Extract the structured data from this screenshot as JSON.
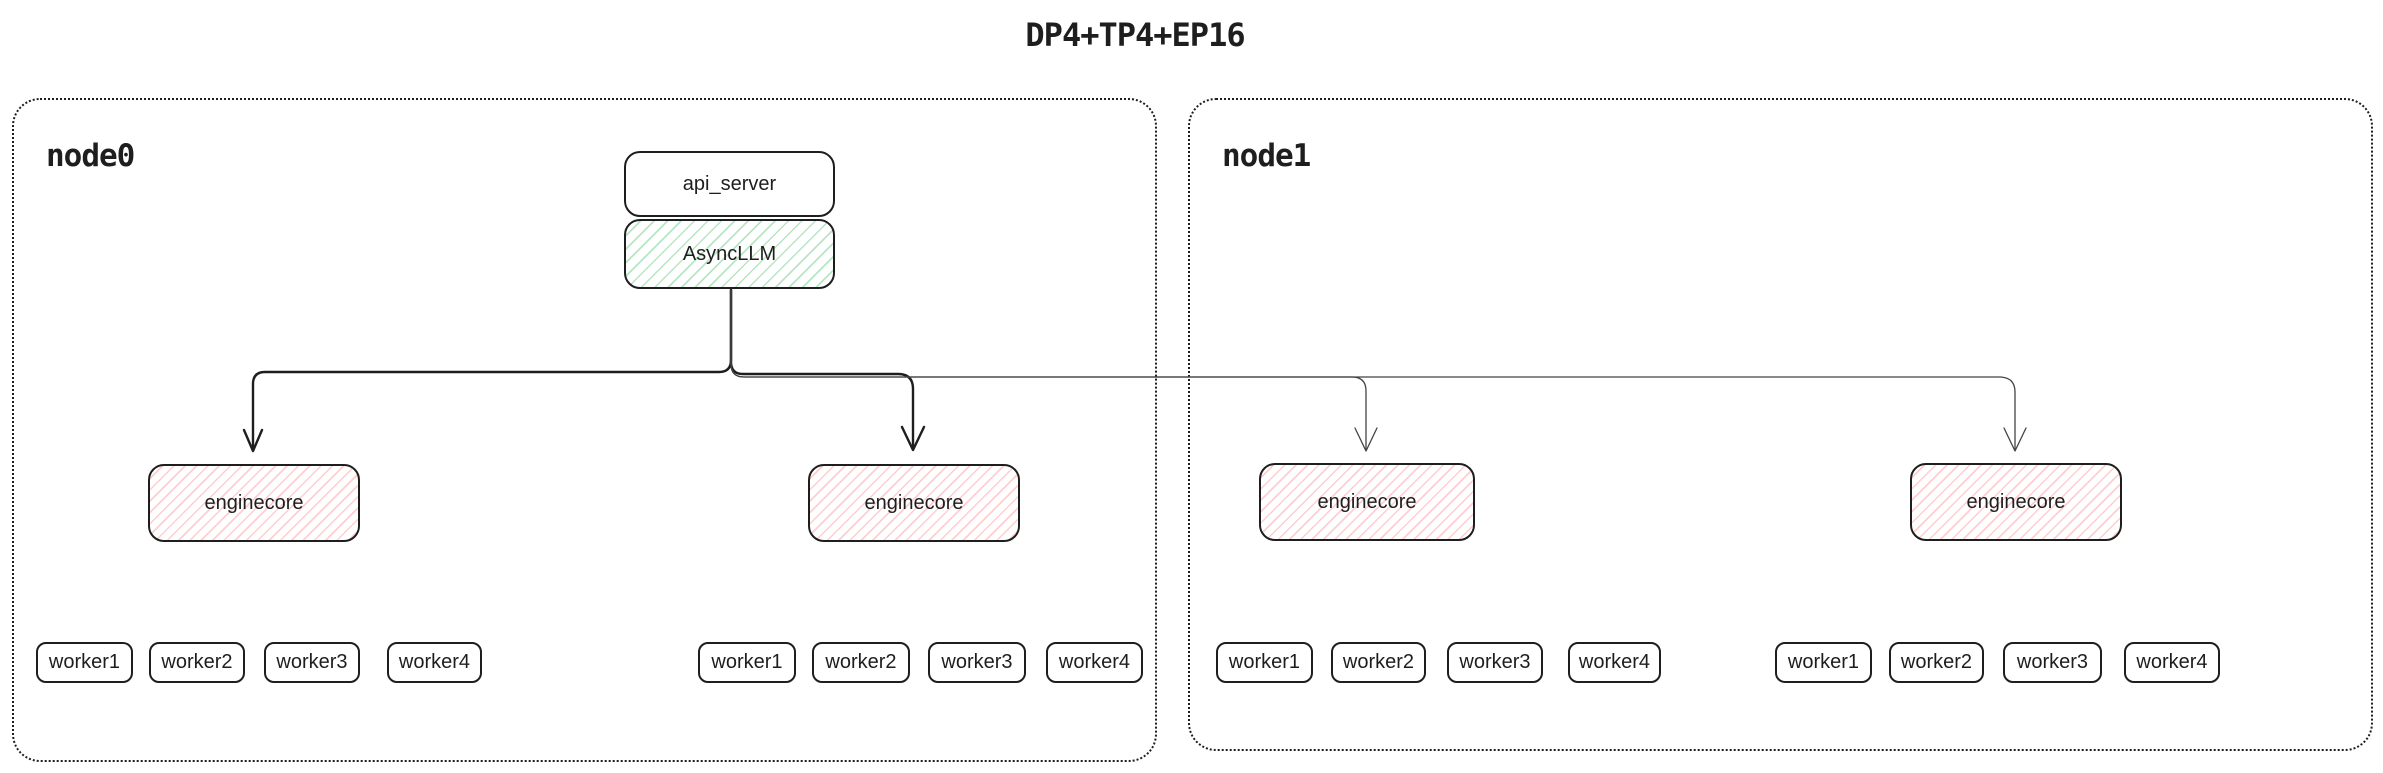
{
  "title": "DP4+TP4+EP16",
  "colors": {
    "stroke": "#1e1e1e",
    "asyncllm_hatch_green": "#b2f2bb",
    "enginecore_hatch_red": "#ffc9c9",
    "thin_connector": "#444444",
    "background": "#ffffff"
  },
  "nodes": [
    {
      "label": "node0",
      "api_server_label": "api_server",
      "asyncllm_label": "AsyncLLM",
      "enginecores": [
        {
          "label": "enginecore",
          "workers": [
            "worker1",
            "worker2",
            "worker3",
            "worker4"
          ]
        },
        {
          "label": "enginecore",
          "workers": [
            "worker1",
            "worker2",
            "worker3",
            "worker4"
          ]
        }
      ]
    },
    {
      "label": "node1",
      "enginecores": [
        {
          "label": "enginecore",
          "workers": [
            "worker1",
            "worker2",
            "worker3",
            "worker4"
          ]
        },
        {
          "label": "enginecore",
          "workers": [
            "worker1",
            "worker2",
            "worker3",
            "worker4"
          ]
        }
      ]
    }
  ]
}
